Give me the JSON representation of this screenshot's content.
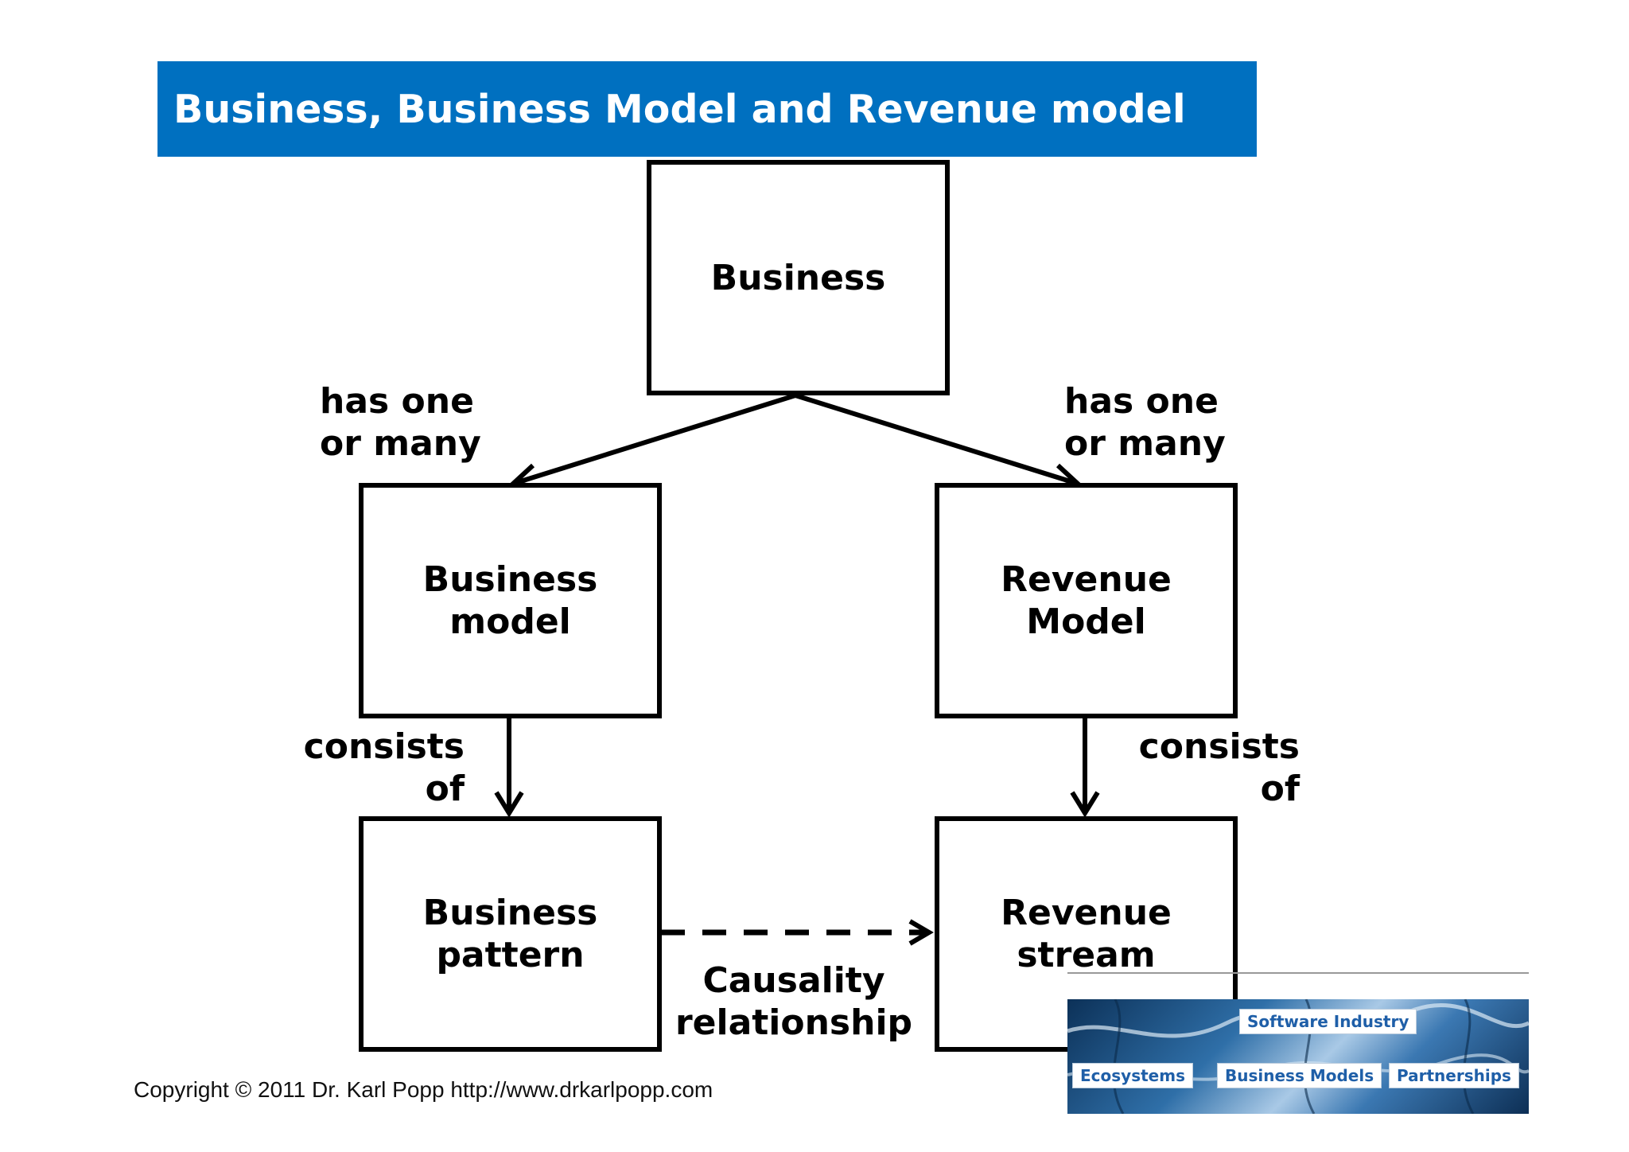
{
  "header": {
    "title": "Business, Business Model and Revenue model"
  },
  "nodes": {
    "business": "Business",
    "business_model": "Business\nmodel",
    "revenue_model": "Revenue\nModel",
    "business_pattern": "Business\npattern",
    "revenue_stream": "Revenue\nstream"
  },
  "relations": {
    "has_one_or_many_left": "has one\nor many",
    "has_one_or_many_right": "has one\nor many",
    "consists_of_left": "consists\nof",
    "consists_of_right": "consists\nof",
    "causality": "Causality\nrelationship"
  },
  "footer": {
    "copyright": "Copyright  © 2011 Dr. Karl Popp http://www.drkarlpopp.com"
  },
  "logo": {
    "software_industry": "Software Industry",
    "ecosystems": "Ecosystems",
    "business_models": "Business Models",
    "partnerships": "Partnerships"
  },
  "colors": {
    "banner": "#0070c0",
    "line": "#000000"
  }
}
